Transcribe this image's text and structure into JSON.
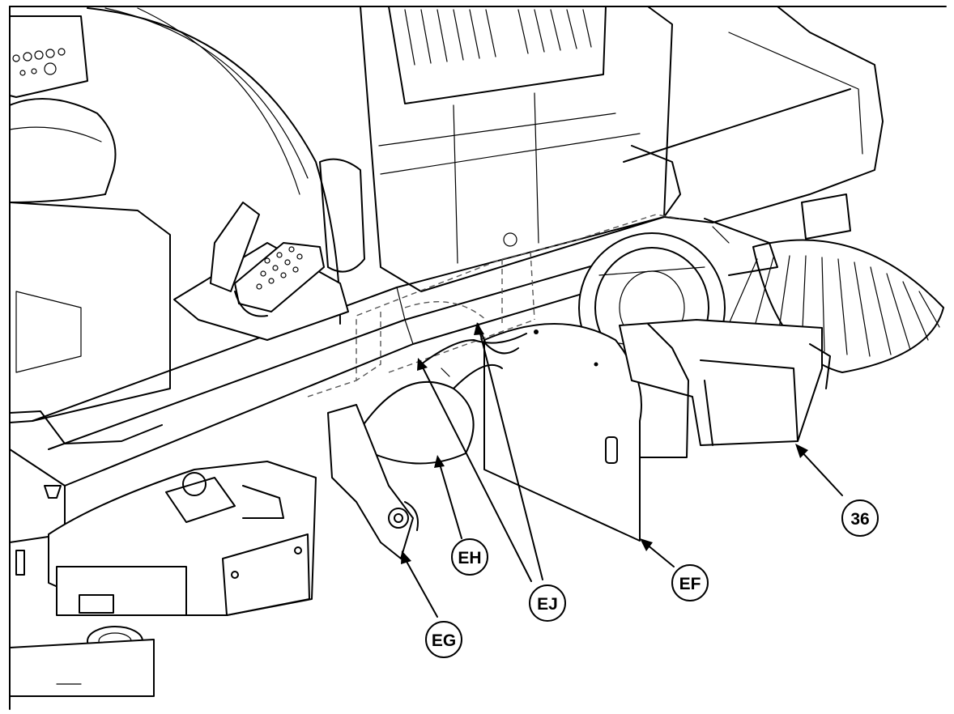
{
  "callouts": [
    {
      "id": "36",
      "label": "36"
    },
    {
      "id": "EF",
      "label": "EF"
    },
    {
      "id": "EG",
      "label": "EG"
    },
    {
      "id": "EH",
      "label": "EH"
    },
    {
      "id": "EJ",
      "label": "EJ"
    }
  ],
  "colors": {
    "line": "#000000",
    "background": "#ffffff",
    "hidden_line": "#555555"
  }
}
